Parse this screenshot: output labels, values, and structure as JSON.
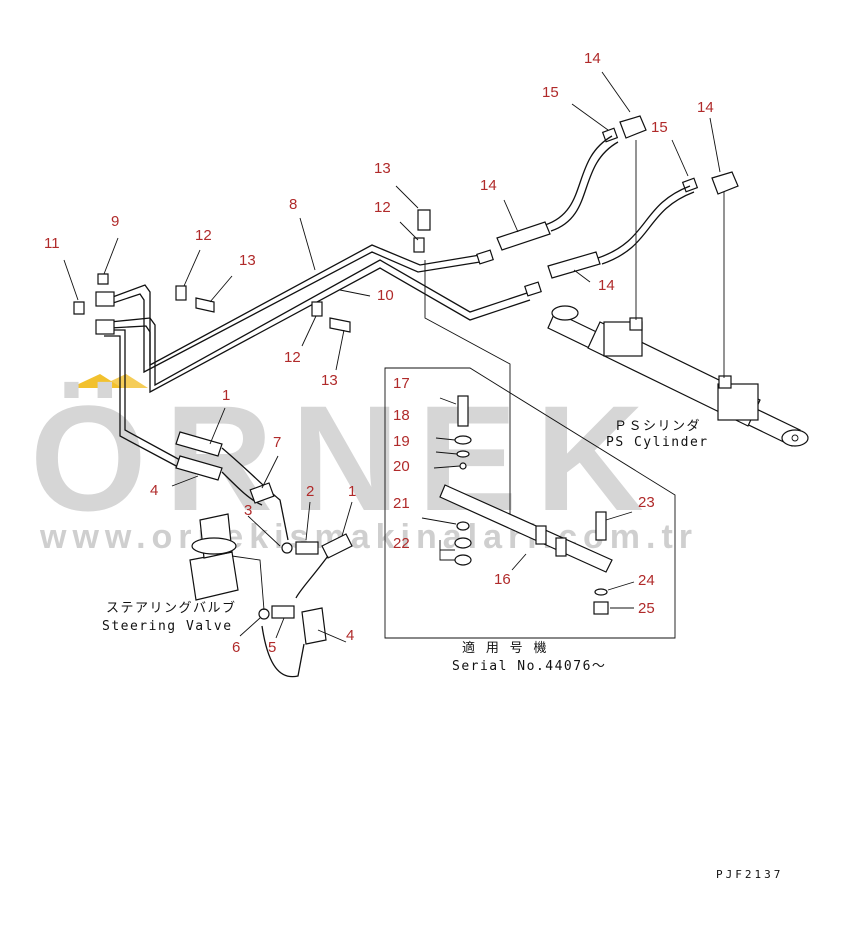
{
  "watermark": {
    "brand": "ÖRNEK",
    "url": "www.ornekismakinalari.com.tr",
    "accent_color": "#f2c12e"
  },
  "captions": {
    "ps_cylinder_jp": "ＰＳシリンダ",
    "ps_cylinder_en": "PS Cylinder",
    "steering_valve_jp": "ステアリングバルブ",
    "steering_valve_en": "Steering Valve",
    "serial_jp": "適 用 号 機",
    "serial_en": "Serial No.44076～",
    "drawing_code": "PJF2137"
  },
  "callouts": [
    {
      "id": "c14a",
      "label": "14"
    },
    {
      "id": "c15a",
      "label": "15"
    },
    {
      "id": "c14b",
      "label": "14"
    },
    {
      "id": "c15b",
      "label": "15"
    },
    {
      "id": "c13a",
      "label": "13"
    },
    {
      "id": "c14c",
      "label": "14"
    },
    {
      "id": "c12a",
      "label": "12"
    },
    {
      "id": "c8",
      "label": "8"
    },
    {
      "id": "c9",
      "label": "9"
    },
    {
      "id": "c11",
      "label": "11"
    },
    {
      "id": "c12b",
      "label": "12"
    },
    {
      "id": "c13b",
      "label": "13"
    },
    {
      "id": "c10",
      "label": "10"
    },
    {
      "id": "c14d",
      "label": "14"
    },
    {
      "id": "c12c",
      "label": "12"
    },
    {
      "id": "c13c",
      "label": "13"
    },
    {
      "id": "c1a",
      "label": "1"
    },
    {
      "id": "c7",
      "label": "7"
    },
    {
      "id": "c4a",
      "label": "4"
    },
    {
      "id": "c3",
      "label": "3"
    },
    {
      "id": "c2",
      "label": "2"
    },
    {
      "id": "c1b",
      "label": "1"
    },
    {
      "id": "c6",
      "label": "6"
    },
    {
      "id": "c5",
      "label": "5"
    },
    {
      "id": "c4b",
      "label": "4"
    },
    {
      "id": "c17",
      "label": "17"
    },
    {
      "id": "c18",
      "label": "18"
    },
    {
      "id": "c19",
      "label": "19"
    },
    {
      "id": "c20",
      "label": "20"
    },
    {
      "id": "c21",
      "label": "21"
    },
    {
      "id": "c22",
      "label": "22"
    },
    {
      "id": "c16",
      "label": "16"
    },
    {
      "id": "c23",
      "label": "23"
    },
    {
      "id": "c24",
      "label": "24"
    },
    {
      "id": "c25",
      "label": "25"
    }
  ]
}
